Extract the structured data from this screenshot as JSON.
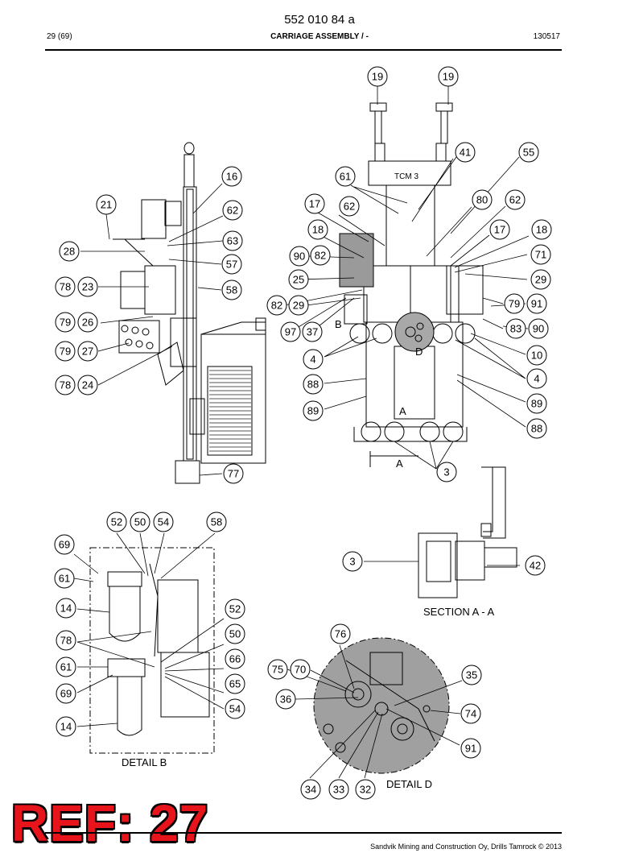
{
  "header": {
    "doc_number": "552 010 84 a",
    "page": "29 (69)",
    "title": "CARRIAGE ASSEMBLY / -",
    "date": "130517"
  },
  "views": {
    "section_label": "SECTION A - A",
    "detail_b_label": "DETAIL B",
    "detail_d_label": "DETAIL D",
    "tcm_label": "TCM 3",
    "letter_b": "B",
    "letter_a1": "A",
    "letter_a2": "A",
    "letter_d": "D"
  },
  "balloons": [
    "19",
    "19",
    "41",
    "55",
    "16",
    "61",
    "21",
    "62",
    "17",
    "62",
    "80",
    "62",
    "63",
    "18",
    "17",
    "18",
    "28",
    "90",
    "82",
    "57",
    "71",
    "25",
    "29",
    "78",
    "23",
    "58",
    "82",
    "29",
    "79",
    "91",
    "97",
    "37",
    "79",
    "26",
    "83",
    "90",
    "4",
    "10",
    "79",
    "27",
    "4",
    "88",
    "78",
    "24",
    "89",
    "89",
    "88",
    "3",
    "77",
    "52",
    "50",
    "54",
    "58",
    "69",
    "3",
    "42",
    "61",
    "14",
    "52",
    "78",
    "50",
    "76",
    "66",
    "61",
    "65",
    "75",
    "70",
    "35",
    "36",
    "54",
    "69",
    "74",
    "14",
    "91",
    "34",
    "33",
    "32"
  ],
  "ref_stamp": "REF: 27",
  "footer_text": "Sandvik Mining and Construction Oy, Drills Tamrock © 2013",
  "colors": {
    "stamp_red": "#e8141b",
    "detail_gray": "#a0a0a0"
  }
}
